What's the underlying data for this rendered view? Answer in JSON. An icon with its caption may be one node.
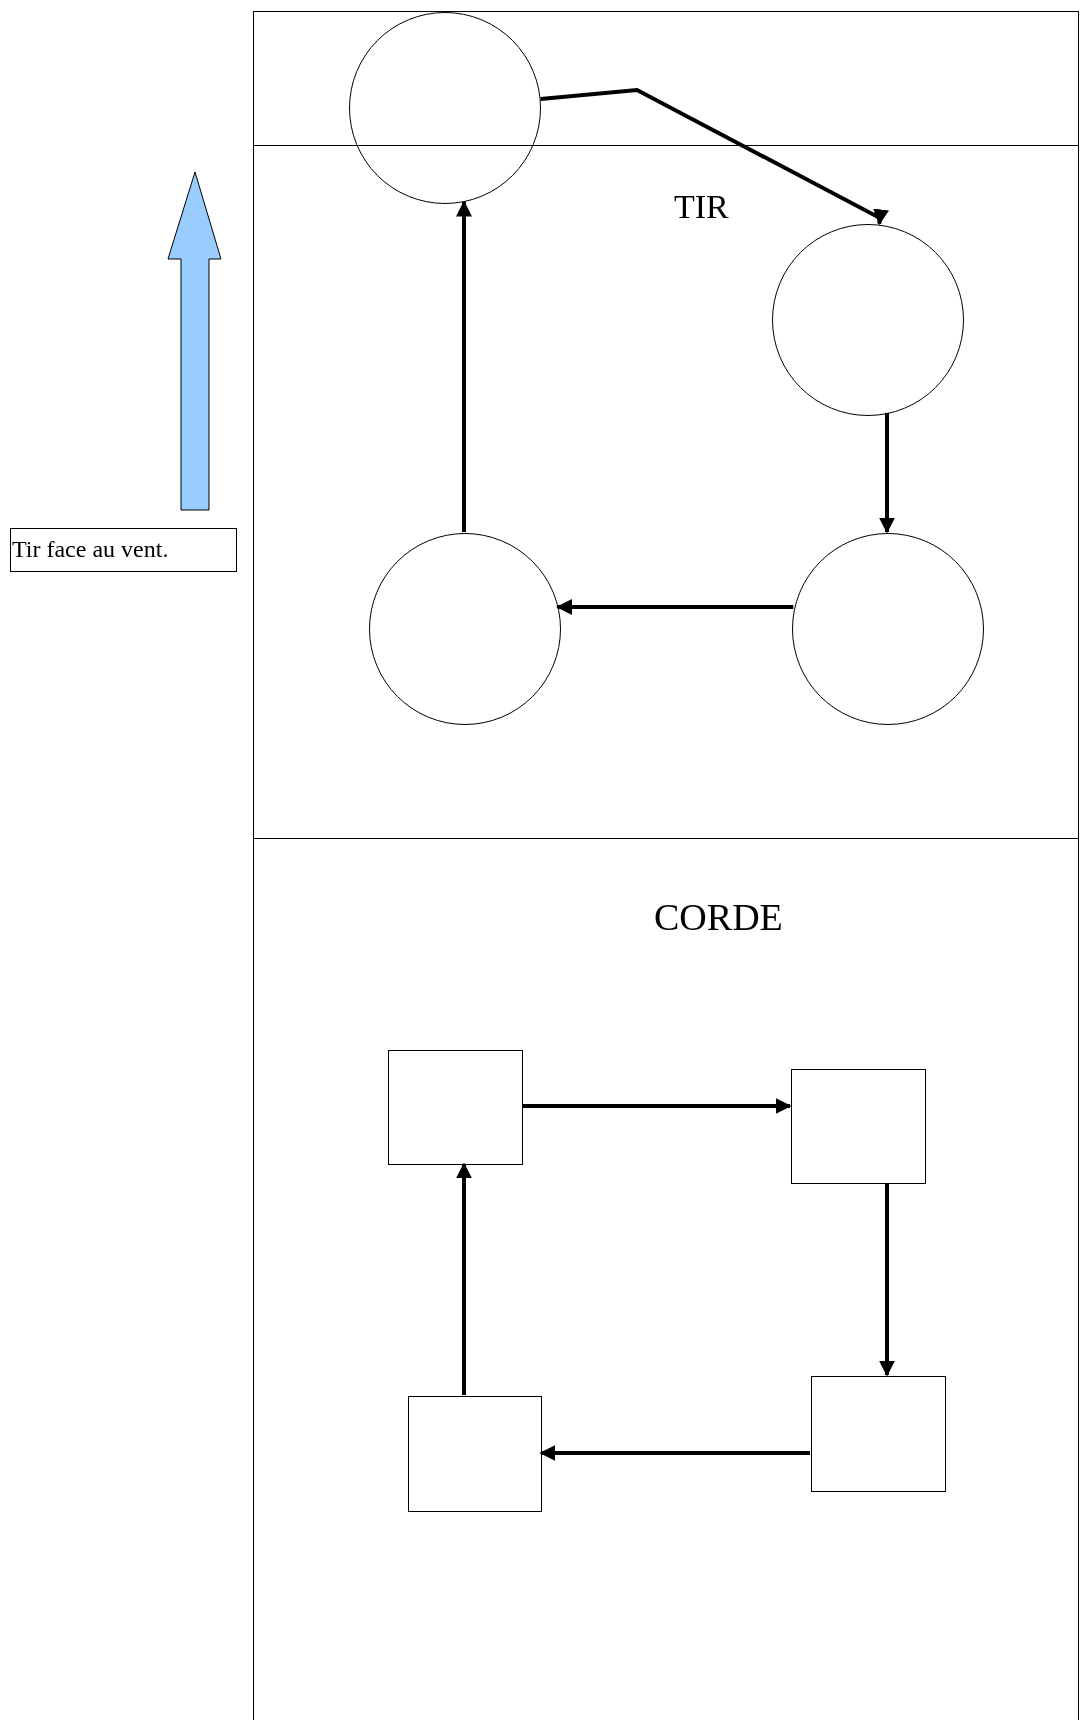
{
  "diagram": {
    "nodes": [
      {
        "text": [],
        "shape": "circle"
      },
      {
        "text": [
          "TIR"
        ]
      },
      {
        "text": [],
        "shape": "circle",
        "in": 1
      },
      {
        "text": [],
        "shape": "circle",
        "in": 1
      },
      {
        "text": [],
        "shape": "circle",
        "in": 1
      },
      {
        "text": [
          "Tir face au vent."
        ]
      },
      {
        "text": [
          "CORDE"
        ]
      },
      {
        "text": [],
        "shape": "box",
        "in": 6
      },
      {
        "text": [],
        "shape": "box",
        "in": 6
      },
      {
        "text": [],
        "shape": "box",
        "in": 6
      },
      {
        "text": [],
        "shape": "box",
        "in": 6
      }
    ],
    "edges": [
      {
        "from": 0,
        "to": 2,
        "arrow": "to"
      },
      {
        "from": 2,
        "to": 4,
        "arrow": "to"
      },
      {
        "from": 4,
        "to": 3,
        "arrow": "to"
      },
      {
        "from": 3,
        "to": 0,
        "arrow": "to"
      },
      {
        "from": 7,
        "to": 8,
        "arrow": "to"
      },
      {
        "from": 8,
        "to": 10,
        "arrow": "to"
      },
      {
        "from": 10,
        "to": 9,
        "arrow": "to"
      },
      {
        "from": 9,
        "to": 7,
        "arrow": "to"
      }
    ]
  }
}
